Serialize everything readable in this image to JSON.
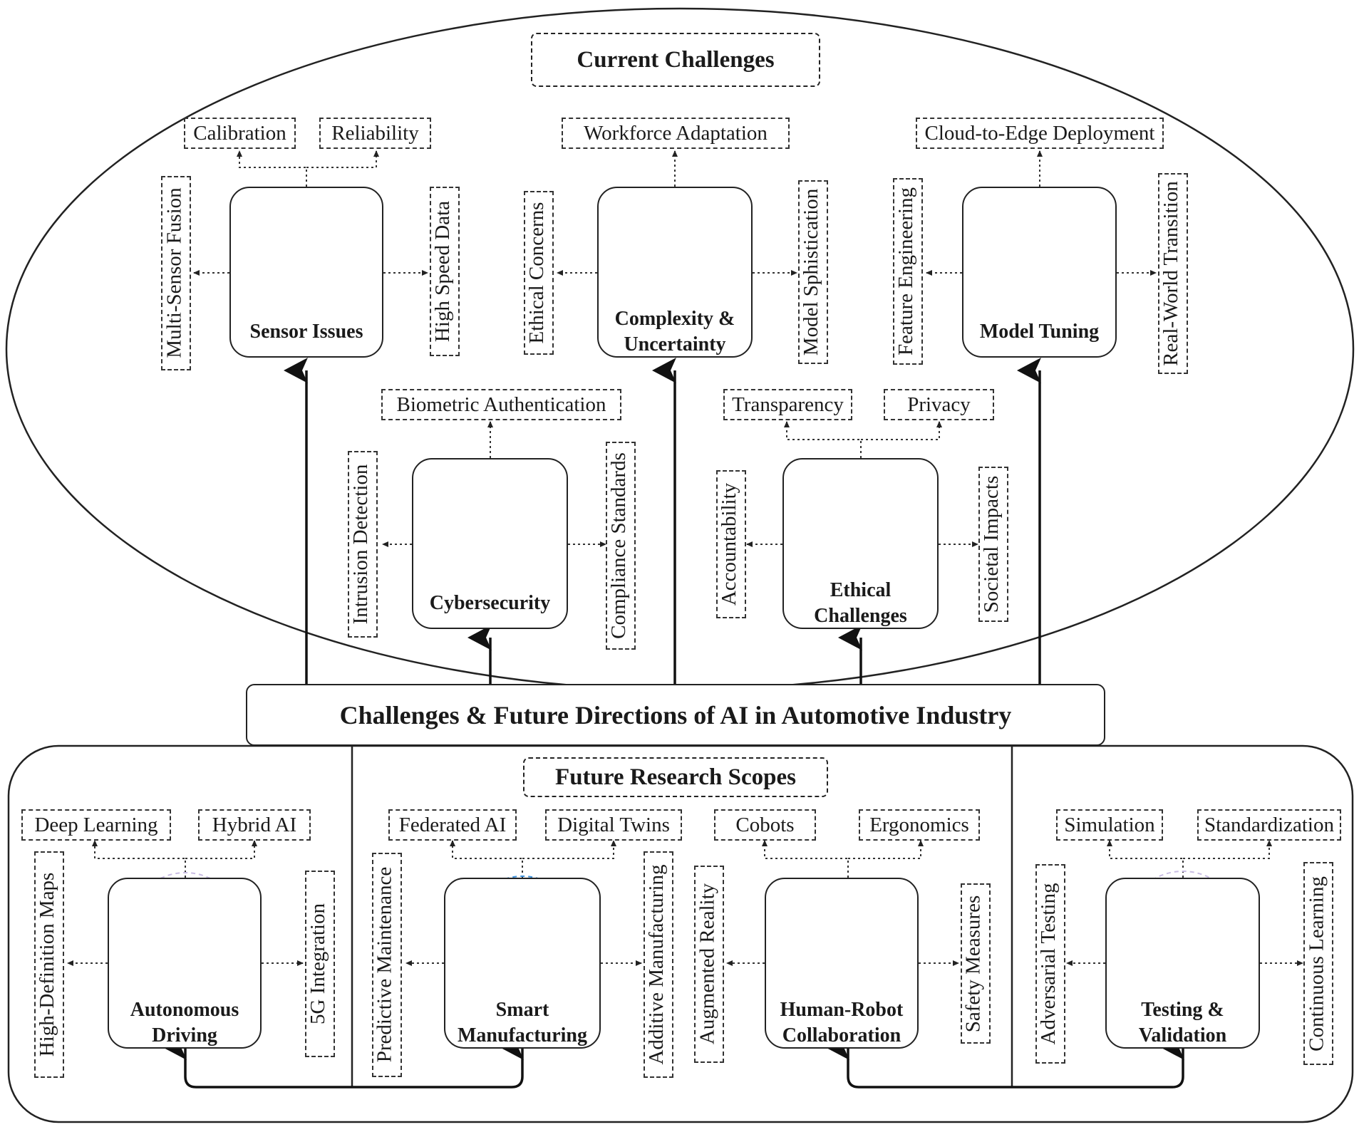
{
  "main_title": "Challenges & Future Directions of AI in Automotive Industry",
  "current": {
    "title": "Current Challenges",
    "sensor": {
      "title": "Sensor Issues",
      "top": [
        "Calibration",
        "Reliability"
      ],
      "left": "Multi-Sensor Fusion",
      "right": "High Speed Data",
      "icon": "sensor-warning-icon"
    },
    "complexity": {
      "title_1": "Complexity &",
      "title_2": "Uncertainty",
      "top": "Workforce Adaptation",
      "left": "Ethical Concerns",
      "right": "Model Sphistication",
      "icon": "gear-question-icon"
    },
    "tuning": {
      "title": "Model Tuning",
      "top": "Cloud-to-Edge Deployment",
      "left": "Feature Engineering",
      "right": "Real-World Transition",
      "icon": "model-tuning-icon"
    },
    "cyber": {
      "title": "Cybersecurity",
      "top": "Biometric Authentication",
      "left": "Intrusion Detection",
      "right": "Compliance Standards",
      "icon": "bug-search-icon"
    },
    "ethical": {
      "title_1": "Ethical",
      "title_2": "Challenges",
      "top": [
        "Transparency",
        "Privacy"
      ],
      "left": "Accountability",
      "right": "Societal Impacts",
      "icon": "person-decision-icon"
    }
  },
  "future": {
    "title": "Future Research Scopes",
    "driving": {
      "title_1": "Autonomous",
      "title_2": "Driving",
      "top": [
        "Deep Learning",
        "Hybrid AI"
      ],
      "left": "High-Definition Maps",
      "right": "5G Integration",
      "icon": "autonomous-car-icon"
    },
    "manufacturing": {
      "title_1": "Smart",
      "title_2": "Manufacturing",
      "top": [
        "Federated AI",
        "Digital Twins"
      ],
      "left": "Predictive Maintenance",
      "right": "Additive Manufacturing",
      "icon": "factory-robot-icon"
    },
    "hrc": {
      "title_1": "Human-Robot",
      "title_2": "Collaboration",
      "top": [
        "Cobots",
        "Ergonomics"
      ],
      "left": "Augmented Reality",
      "right": "Safety Measures",
      "icon": "human-robot-icon"
    },
    "testing": {
      "title_1": "Testing &",
      "title_2": "Validation",
      "top": [
        "Simulation",
        "Standardization"
      ],
      "left": "Adversarial Testing",
      "right": "Continuous Learning",
      "icon": "testing-gear-icon"
    }
  },
  "colors": {
    "purple": "#c9bde3",
    "yellow": "#f6e58d",
    "blue": "#3b8ed8",
    "teal": "#a8e0d2",
    "red": "#e2555a"
  }
}
